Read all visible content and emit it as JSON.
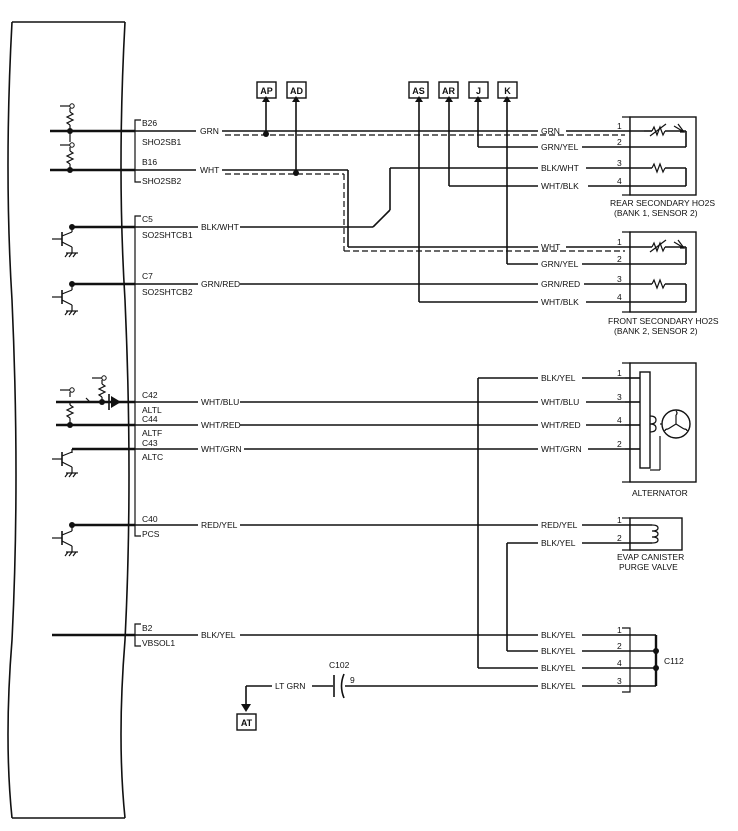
{
  "ecm": {
    "terminals": [
      {
        "pin": "B26",
        "signal": "SHO2SB1"
      },
      {
        "pin": "B16",
        "signal": "SHO2SB2"
      },
      {
        "pin": "C5",
        "signal": "SO2SHTCB1"
      },
      {
        "pin": "C7",
        "signal": "SO2SHTCB2"
      },
      {
        "pin": "C42",
        "signal": "ALTL"
      },
      {
        "pin": "C44",
        "signal": "ALTF"
      },
      {
        "pin": "C43",
        "signal": "ALTC"
      },
      {
        "pin": "C40",
        "signal": "PCS"
      },
      {
        "pin": "B2",
        "signal": "VBSOL1"
      }
    ]
  },
  "wires": {
    "ecm_side": [
      "GRN",
      "WHT",
      "BLK/WHT",
      "GRN/RED",
      "WHT/BLU",
      "WHT/RED",
      "WHT/GRN",
      "RED/YEL",
      "BLK/YEL"
    ],
    "rear_ho2s": [
      "GRN",
      "GRN/YEL",
      "BLK/WHT",
      "WHT/BLK"
    ],
    "front_ho2s": [
      "WHT",
      "GRN/YEL",
      "GRN/RED",
      "WHT/BLK"
    ],
    "alternator": [
      "BLK/YEL",
      "WHT/BLU",
      "WHT/RED",
      "WHT/GRN"
    ],
    "evap": [
      "RED/YEL",
      "BLK/YEL"
    ],
    "c112": [
      "BLK/YEL",
      "BLK/YEL",
      "BLK/YEL",
      "BLK/YEL"
    ],
    "lt_grn": "LT GRN"
  },
  "references": [
    "AP",
    "AD",
    "AS",
    "AR",
    "J",
    "K",
    "AT"
  ],
  "pins": {
    "rear_ho2s": [
      "1",
      "2",
      "3",
      "4"
    ],
    "front_ho2s": [
      "1",
      "2",
      "3",
      "4"
    ],
    "alternator": [
      "1",
      "3",
      "4",
      "2"
    ],
    "evap": [
      "1",
      "2"
    ],
    "c112": [
      "1",
      "2",
      "4",
      "3"
    ],
    "c102": "9"
  },
  "components": {
    "rear_ho2s": [
      "REAR SECONDARY HO2S",
      "(BANK 1, SENSOR 2)"
    ],
    "front_ho2s": [
      "FRONT SECONDARY HO2S",
      "(BANK 2, SENSOR 2)"
    ],
    "alternator": "ALTERNATOR",
    "evap": [
      "EVAP CANISTER",
      "PURGE VALVE"
    ],
    "c112": "C112",
    "c102": "C102"
  }
}
